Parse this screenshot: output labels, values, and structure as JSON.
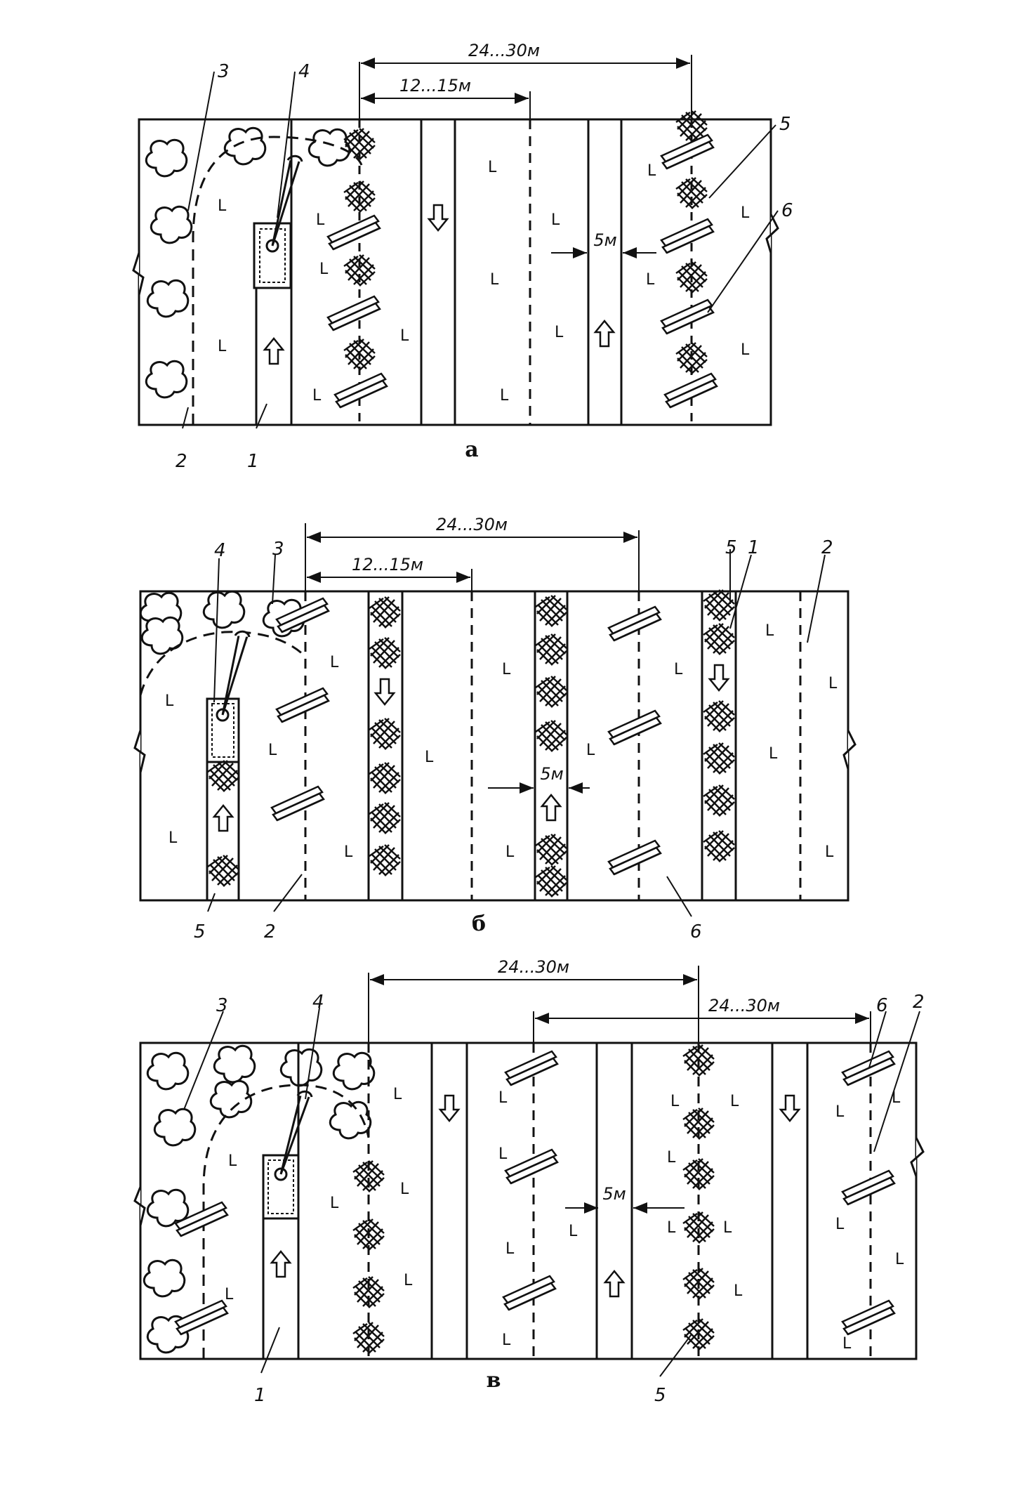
{
  "panels": [
    {
      "caption": "а",
      "dims": [
        "24...30м",
        "12...15м",
        "5м"
      ],
      "labels": [
        "1",
        "2",
        "3",
        "4",
        "5",
        "6"
      ]
    },
    {
      "caption": "б",
      "dims": [
        "24...30м",
        "12...15м",
        "5м"
      ],
      "labels": [
        "1",
        "2",
        "3",
        "4",
        "5",
        "6",
        "5"
      ]
    },
    {
      "caption": "в",
      "dims": [
        "24...30м",
        "24...30м",
        "5м"
      ],
      "labels": [
        "1",
        "2",
        "3",
        "4",
        "5",
        "6"
      ]
    }
  ],
  "marker": "L",
  "colors": {
    "ink": "#111111",
    "paper": "#ffffff"
  },
  "icons": [
    "arrow-up-icon",
    "arrow-down-icon",
    "cart-icon",
    "rubble-icon",
    "pile-icon",
    "timber-prop-icon"
  ]
}
